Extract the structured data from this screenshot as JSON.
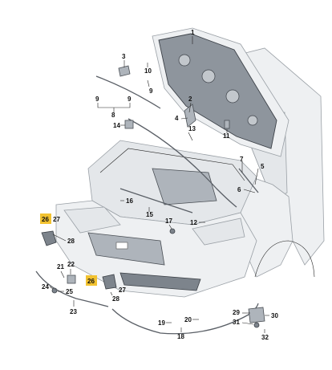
{
  "callouts": [
    {
      "label": "1"
    },
    {
      "label": "2"
    },
    {
      "label": "3"
    },
    {
      "label": "4"
    },
    {
      "label": "5"
    },
    {
      "label": "6"
    },
    {
      "label": "7"
    },
    {
      "label": "8"
    },
    {
      "label": "9"
    },
    {
      "label": "9"
    },
    {
      "label": "9"
    },
    {
      "label": "10"
    },
    {
      "label": "11"
    },
    {
      "label": "12"
    },
    {
      "label": "13"
    },
    {
      "label": "14"
    },
    {
      "label": "15"
    },
    {
      "label": "16"
    },
    {
      "label": "17"
    },
    {
      "label": "18"
    },
    {
      "label": "19"
    },
    {
      "label": "20"
    },
    {
      "label": "21"
    },
    {
      "label": "22"
    },
    {
      "label": "23"
    },
    {
      "label": "24"
    },
    {
      "label": "25"
    },
    {
      "label": "26"
    },
    {
      "label": "26"
    },
    {
      "label": "27"
    },
    {
      "label": "27"
    },
    {
      "label": "28"
    },
    {
      "label": "28"
    },
    {
      "label": "29"
    },
    {
      "label": "30"
    },
    {
      "label": "31"
    },
    {
      "label": "32"
    }
  ],
  "highlight_color": "#f2c230"
}
